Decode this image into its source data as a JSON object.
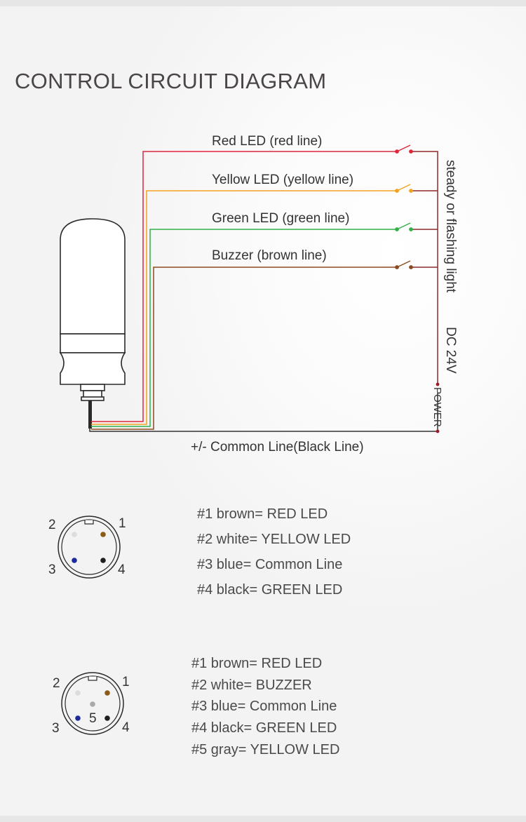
{
  "title": "CONTROL CIRCUIT DIAGRAM",
  "colors": {
    "red_line": "#e0263a",
    "yellow_line": "#f2a21f",
    "green_line": "#33b04a",
    "brown_line": "#8a4a1e",
    "black_line": "#333333",
    "pin_brown": "#8b5a16",
    "pin_white": "#dcdcdc",
    "pin_blue": "#1d2a9c",
    "pin_black": "#1e1e1e",
    "pin_gray": "#a9a9a9"
  },
  "circuit": {
    "lines": [
      {
        "label": "Red LED (red line)",
        "color": "red"
      },
      {
        "label": "Yellow LED (yellow line)",
        "color": "yellow"
      },
      {
        "label": "Green LED (green line)",
        "color": "green"
      },
      {
        "label": "Buzzer (brown line)",
        "color": "brown"
      }
    ],
    "mode_label": "steady or flashing light",
    "voltage_label": "DC 24V",
    "power_label": "POWER",
    "common_label": "+/- Common Line(Black Line)"
  },
  "connector_4pin": {
    "pin_numbers": [
      "1",
      "2",
      "3",
      "4"
    ],
    "legend": [
      "#1 brown= RED LED",
      "#2 white= YELLOW LED",
      "#3 blue= Common Line",
      "#4 black= GREEN LED"
    ]
  },
  "connector_5pin": {
    "pin_numbers": [
      "1",
      "2",
      "3",
      "4",
      "5"
    ],
    "legend": [
      "#1 brown= RED LED",
      "#2 white= BUZZER",
      "#3 blue= Common Line",
      "#4 black= GREEN LED",
      "#5 gray= YELLOW LED"
    ]
  }
}
